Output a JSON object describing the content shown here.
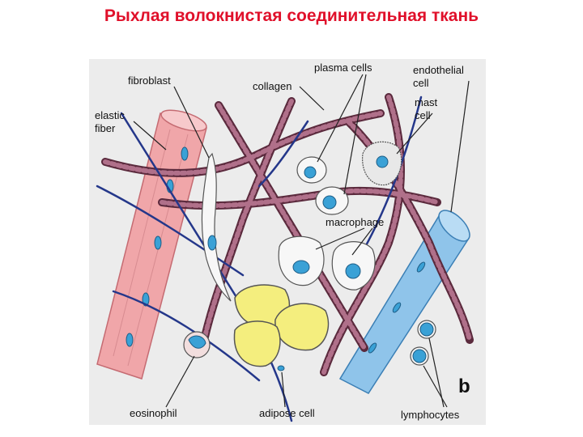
{
  "title": "Рыхлая волокнистая соединительная ткань",
  "colors": {
    "title": "#e0102a",
    "panel_bg": "#ececec",
    "collagen": "#9c5a72",
    "collagen_dark": "#5b2a3d",
    "elastic": "#24378a",
    "arteriole": "#f0a6a9",
    "venule": "#8fc4ea",
    "adipose": "#f4ee7e",
    "nucleus": "#3aa1d6"
  },
  "labels": {
    "fibroblast": "fibroblast",
    "collagen": "collagen",
    "plasma_cells": "plasma cells",
    "endothelial_1": "endothelial",
    "endothelial_2": "cell",
    "mast_1": "mast",
    "mast_2": "cell",
    "elastic_1": "elastic",
    "elastic_2": "fiber",
    "macrophage": "macrophage",
    "eosinophil": "eosinophil",
    "adipose_cell": "adipose cell",
    "lymphocytes": "lymphocytes",
    "panel_letter": "b"
  }
}
